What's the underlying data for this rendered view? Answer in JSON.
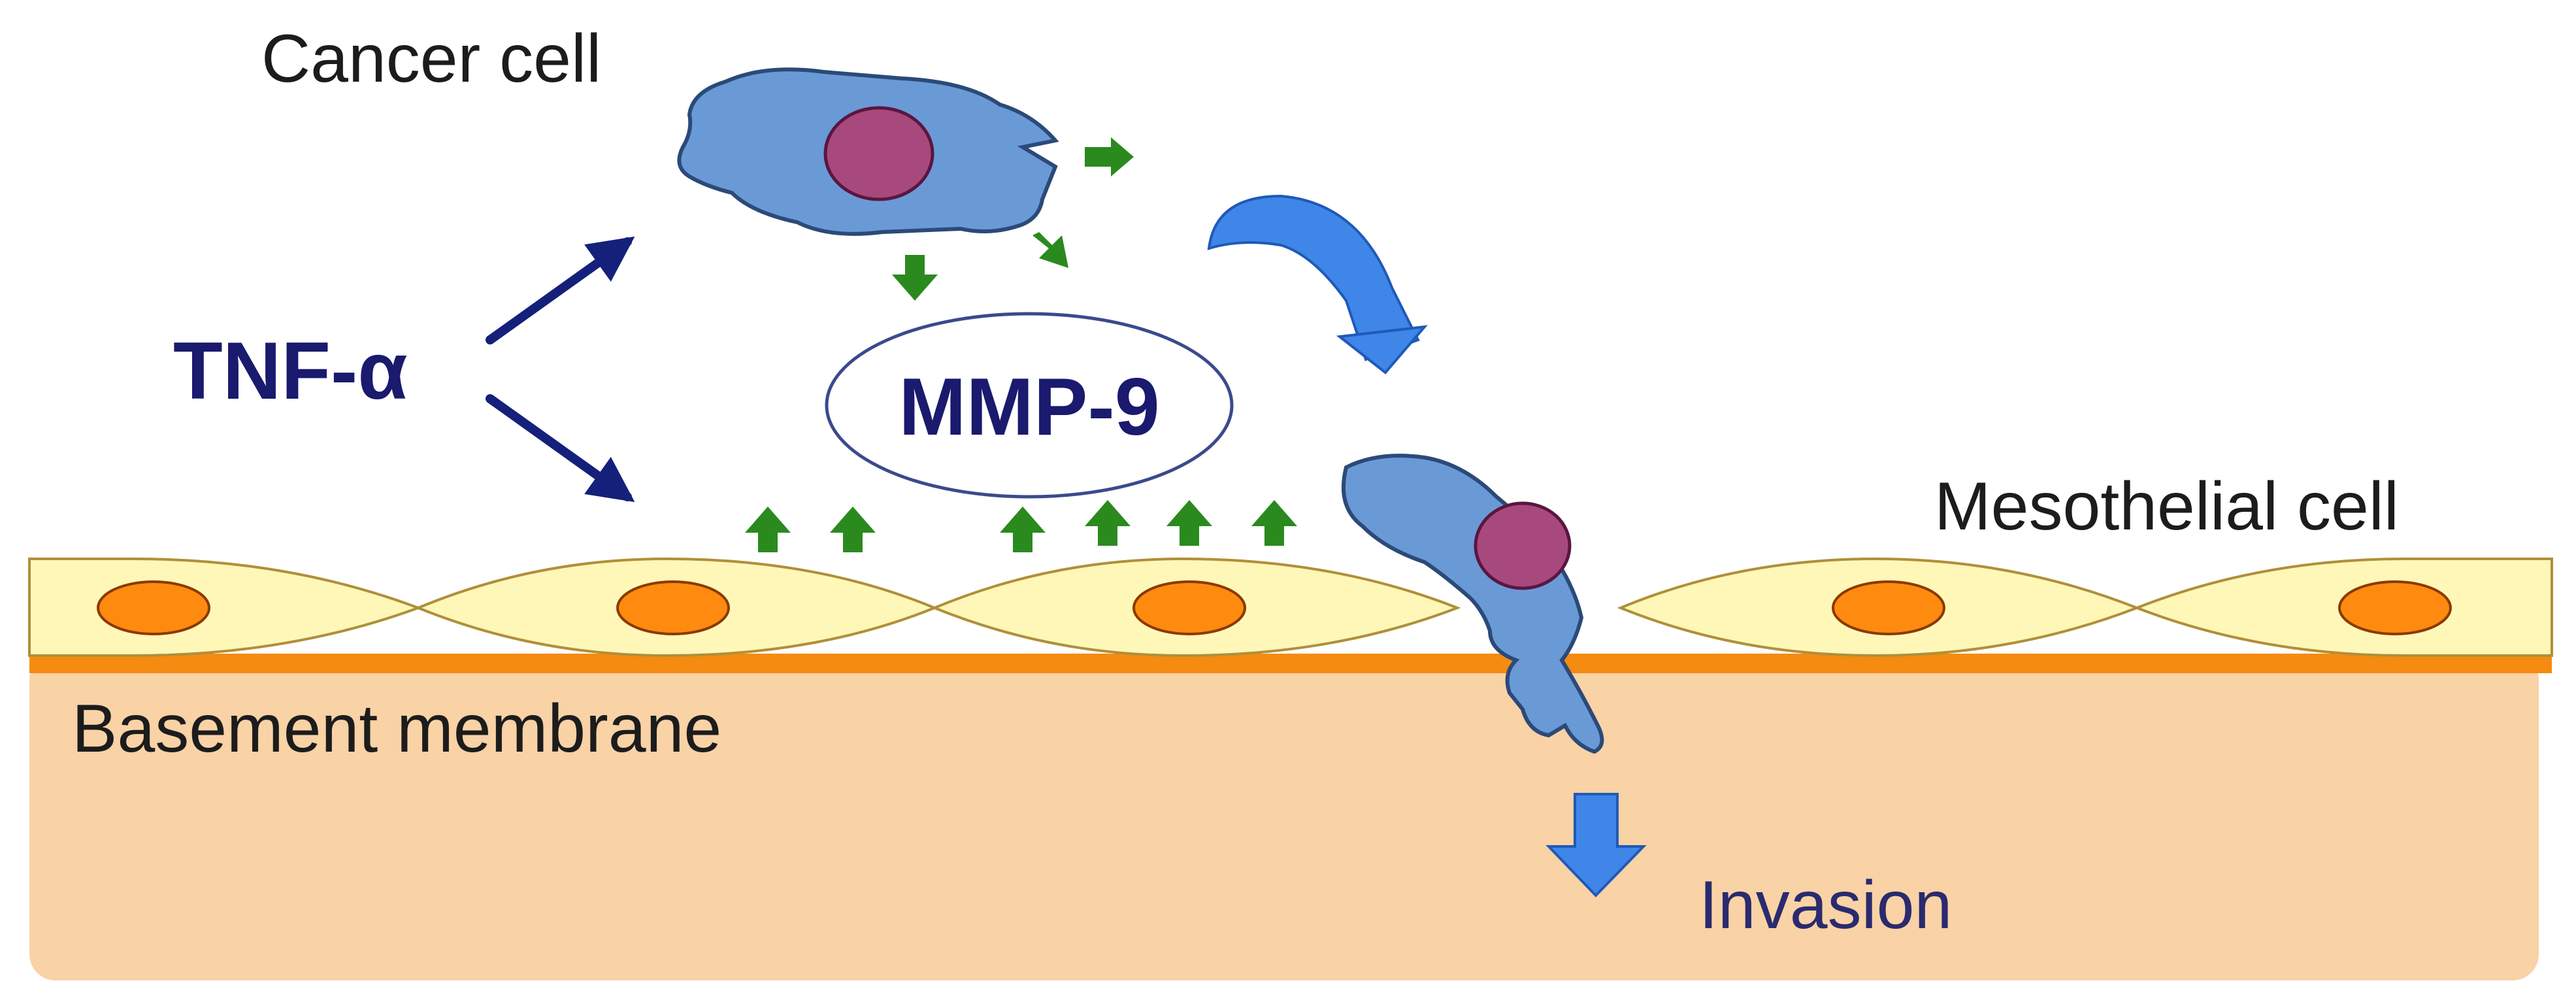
{
  "labels": {
    "cancer_cell": "Cancer cell",
    "tnf_alpha": "TNF-α",
    "mmp9": "MMP-9",
    "mesothelial_cell": "Mesothelial cell",
    "basement_membrane": "Basement membrane",
    "invasion": "Invasion"
  },
  "colors": {
    "tissue": "#f9d2a6",
    "basement_membrane_line": "#f58b10",
    "mesothelial_cell": "#fff7b8",
    "mesothelial_nucleus": "#ff8a10",
    "cancer_cell": "#6a9ad6",
    "cancer_nucleus": "#a8497e",
    "tnf_arrow": "#14207a",
    "mmp9_arrow": "#2a8a1e",
    "movement_arrow": "#3f86e8",
    "text_dark_blue": "#1a1a6e"
  },
  "icons": {
    "tnf_arrows": "dark-blue-arrow",
    "secretion_arrows": "green-block-arrow",
    "movement_arrow": "curved-blue-arrow",
    "invasion_arrow": "blue-down-block-arrow"
  }
}
